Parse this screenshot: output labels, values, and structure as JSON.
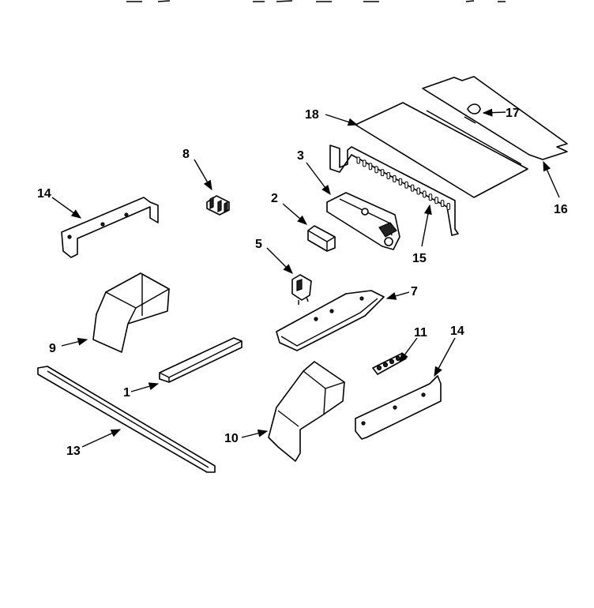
{
  "diagram": {
    "callouts": {
      "c1": "1",
      "c2": "2",
      "c3": "3",
      "c5": "5",
      "c7": "7",
      "c8": "8",
      "c9": "9",
      "c10": "10",
      "c11": "11",
      "c13": "13",
      "c14a": "14",
      "c14b": "14",
      "c15": "15",
      "c16": "16",
      "c17": "17",
      "c18": "18"
    }
  }
}
